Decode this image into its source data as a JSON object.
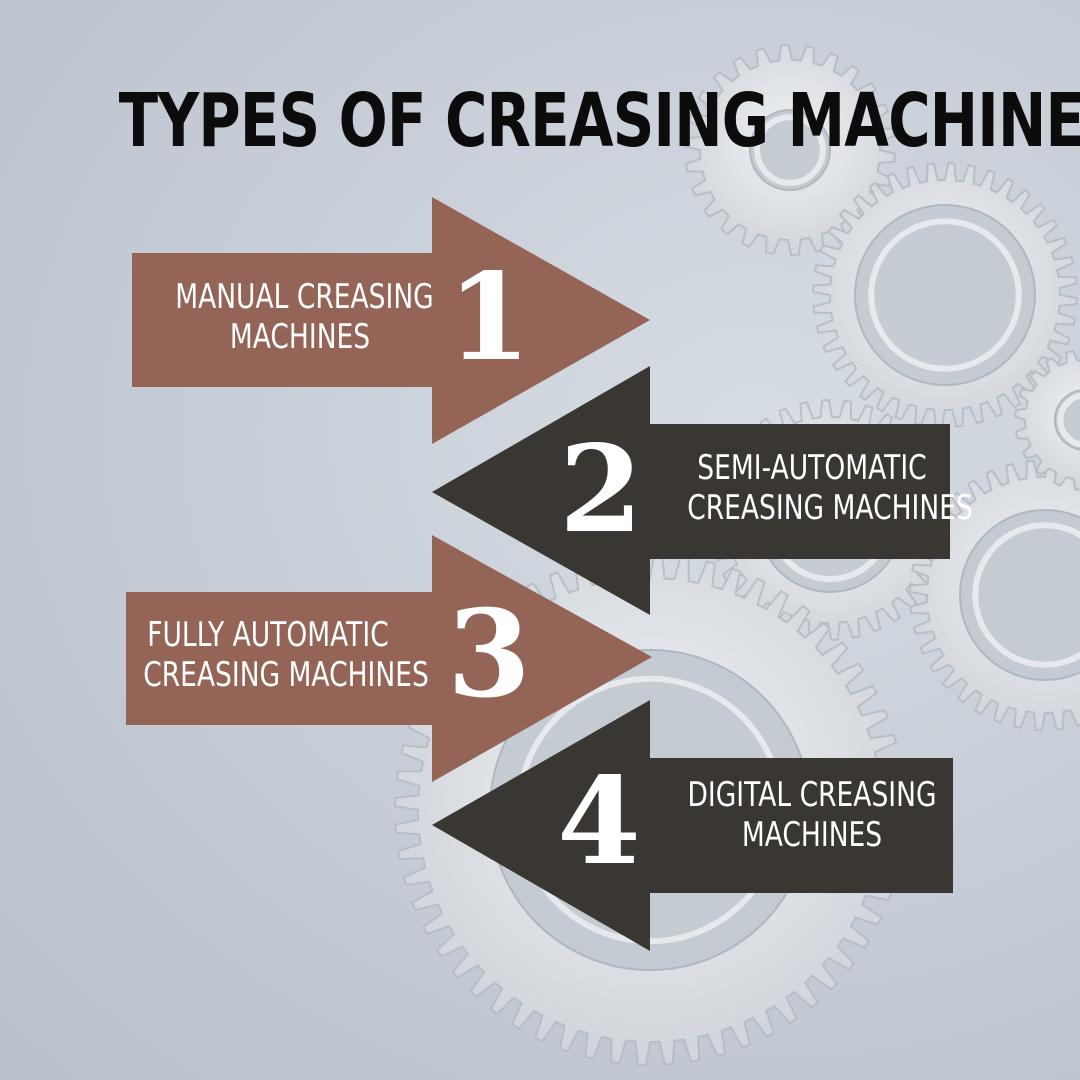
{
  "title": "TYPES OF CREASING MACHINES",
  "colors": {
    "brown_arrow": "#946457",
    "dark_arrow": "#3a3733",
    "text": "#ffffff",
    "title": "#0c0c0c"
  },
  "items": [
    {
      "number": "1",
      "line1": "MANUAL CREASING",
      "line2": "MACHINES",
      "direction": "right",
      "color": "brown"
    },
    {
      "number": "2",
      "line1": "SEMI-AUTOMATIC",
      "line2": "CREASING MACHINES",
      "direction": "left",
      "color": "dark"
    },
    {
      "number": "3",
      "line1": "FULLY AUTOMATIC",
      "line2": "CREASING MACHINES",
      "direction": "right",
      "color": "brown"
    },
    {
      "number": "4",
      "line1": "DIGITAL CREASING",
      "line2": "MACHINES",
      "direction": "left",
      "color": "dark"
    }
  ],
  "background_icon": "gears-icon"
}
